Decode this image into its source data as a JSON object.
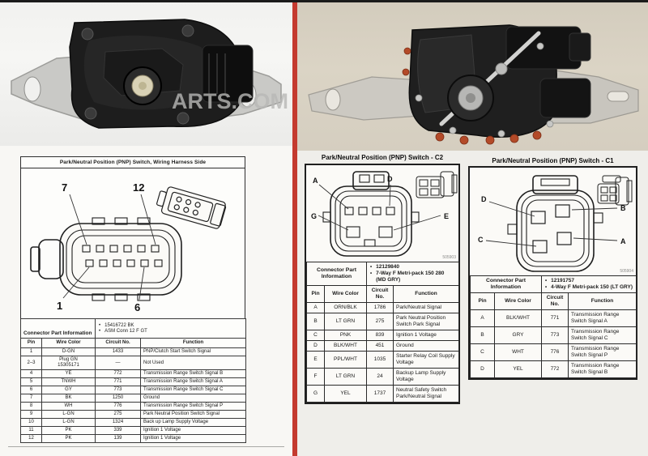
{
  "page": {
    "divider_color": "#c43a2f"
  },
  "left_section": {
    "photo": {
      "watermark": "ARTS.COM"
    },
    "diagram": {
      "title": "Park/Neutral Position (PNP) Switch, Wiring Harness Side",
      "callouts": {
        "top_left": "7",
        "top_right": "12",
        "bottom_left": "1",
        "bottom_right": "6"
      }
    },
    "connector_table": {
      "part_info_label": "Connector Part Information",
      "part_info_items": [
        "15416722 BK",
        "ASM Conn 12 F GT"
      ],
      "headers": [
        "Pin",
        "Wire Color",
        "Circuit No.",
        "Function"
      ],
      "rows": [
        [
          "1",
          "D-GN",
          "1433",
          "PNP/Clutch Start Switch Signal"
        ],
        [
          "2–3",
          "Plug GN\n15305171",
          "—",
          "Not Used"
        ],
        [
          "4",
          "YE",
          "772",
          "Transmission Range Switch Signal B"
        ],
        [
          "5",
          "TNWH",
          "771",
          "Transmission Range Switch Signal A"
        ],
        [
          "6",
          "GY",
          "773",
          "Transmission Range Switch Signal C"
        ],
        [
          "7",
          "BK",
          "1250",
          "Ground"
        ],
        [
          "8",
          "WH",
          "776",
          "Transmission Range Switch Signal P"
        ],
        [
          "9",
          "L-GN",
          "275",
          "Park Neutral Position Switch Signal"
        ],
        [
          "10",
          "L-GN",
          "1324",
          "Back up Lamp Supply Voltage"
        ],
        [
          "11",
          "PK",
          "339",
          "Ignition 1 Voltage"
        ],
        [
          "12",
          "PK",
          "139",
          "Ignition 1 Voltage"
        ]
      ]
    }
  },
  "c2_section": {
    "title": "Park/Neutral Position (PNP) Switch - C2",
    "figure_id": "505903",
    "callouts": {
      "a": "A",
      "d": "D",
      "g": "G",
      "e": "E"
    },
    "part_info_label": "Connector Part Information",
    "part_info_items": [
      "12129840",
      "7-Way F Metri-pack 150 280 (MD GRY)"
    ],
    "headers": [
      "Pin",
      "Wire Color",
      "Circuit No.",
      "Function"
    ],
    "rows": [
      [
        "A",
        "ORN/BLK",
        "1786",
        "Park/Neutral Signal"
      ],
      [
        "B",
        "LT GRN",
        "275",
        "Park Neutral Position Switch Park Signal"
      ],
      [
        "C",
        "PNK",
        "839",
        "Ignition 1 Voltage"
      ],
      [
        "D",
        "BLK/WHT",
        "451",
        "Ground"
      ],
      [
        "E",
        "PPL/WHT",
        "1035",
        "Starter Relay Coil Supply Voltage"
      ],
      [
        "F",
        "LT GRN",
        "24",
        "Backup Lamp Supply Voltage"
      ],
      [
        "G",
        "YEL",
        "1737",
        "Neutral Safety Switch Park/Neutral Signal"
      ]
    ]
  },
  "c1_section": {
    "title": "Park/Neutral Position (PNP) Switch - C1",
    "figure_id": "505904",
    "callouts": {
      "d": "D",
      "b": "B",
      "c": "C",
      "a": "A"
    },
    "part_info_label": "Connector Part Information",
    "part_info_items": [
      "12191757",
      "4-Way F Metri-pack 150 (LT GRY)"
    ],
    "headers": [
      "Pin",
      "Wire Color",
      "Circuit No.",
      "Function"
    ],
    "rows": [
      [
        "A",
        "BLK/WHT",
        "771",
        "Transmission Range Switch Signal A"
      ],
      [
        "B",
        "GRY",
        "773",
        "Transmission Range Switch Signal C"
      ],
      [
        "C",
        "WHT",
        "776",
        "Transmission Range Switch Signal P"
      ],
      [
        "D",
        "YEL",
        "772",
        "Transmission Range Switch Signal B"
      ]
    ]
  }
}
